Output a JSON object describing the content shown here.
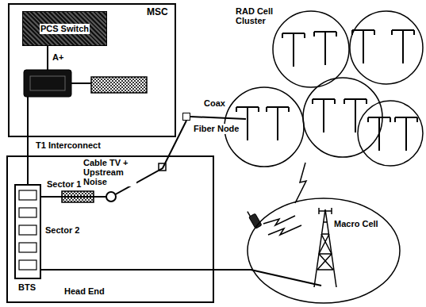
{
  "diagram": {
    "nodes": [
      {
        "text": [
          "MSC"
        ]
      },
      {
        "text": [
          "PCS Switch"
        ],
        "in": 0
      },
      {
        "text": [
          "Head End"
        ]
      },
      {
        "text": [
          "BTS"
        ],
        "in": 2
      },
      {
        "text": [
          "Fiber Node"
        ]
      },
      {
        "text": [
          "Macro Cell"
        ]
      }
    ],
    "edges": [
      {
        "from": 0,
        "to": 3,
        "label": "T1 Interconnect",
        "arrow": "none"
      },
      {
        "from": 3,
        "to": 4,
        "arrow": "none"
      },
      {
        "from": 3,
        "to": 5,
        "arrow": "none"
      }
    ],
    "labels": [
      "A+",
      "Sector 1",
      "Sector 2",
      "Cable TV + Upstream Noise",
      "Coax",
      "RAD Cell Cluster"
    ]
  }
}
